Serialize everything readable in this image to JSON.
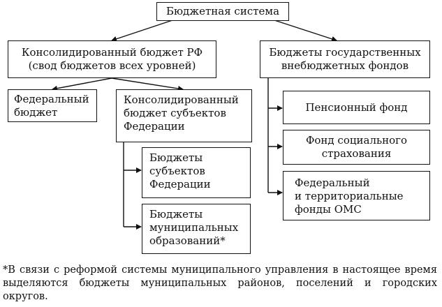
{
  "nodes": {
    "root": "Бюджетная система",
    "consolidated_rf": [
      "Консолидированный бюджет РФ",
      "(свод бюджетов всех уровней)"
    ],
    "offbudget_funds": [
      "Бюджеты государственных",
      "внебюджетных фондов"
    ],
    "federal_budget": [
      "Федеральный",
      "бюджет"
    ],
    "consolidated_subjects": [
      "Консолидированный",
      "бюджет субъектов",
      "Федерации"
    ],
    "subject_budgets": [
      "Бюджеты",
      "субъектов",
      "Федерации"
    ],
    "municipal_budgets": [
      "Бюджеты",
      "муниципальных",
      "образований*"
    ],
    "pension_fund": "Пенсионный фонд",
    "social_insurance_fund": [
      "Фонд социального",
      "страхования"
    ],
    "oms_funds": [
      "Федеральный",
      "и территориальные",
      "фонды ОМС"
    ]
  },
  "footnote": "*В связи с реформой системы муниципального управления в настоящее время выделяются бюджеты муниципальных районов, поселений и городских округов."
}
